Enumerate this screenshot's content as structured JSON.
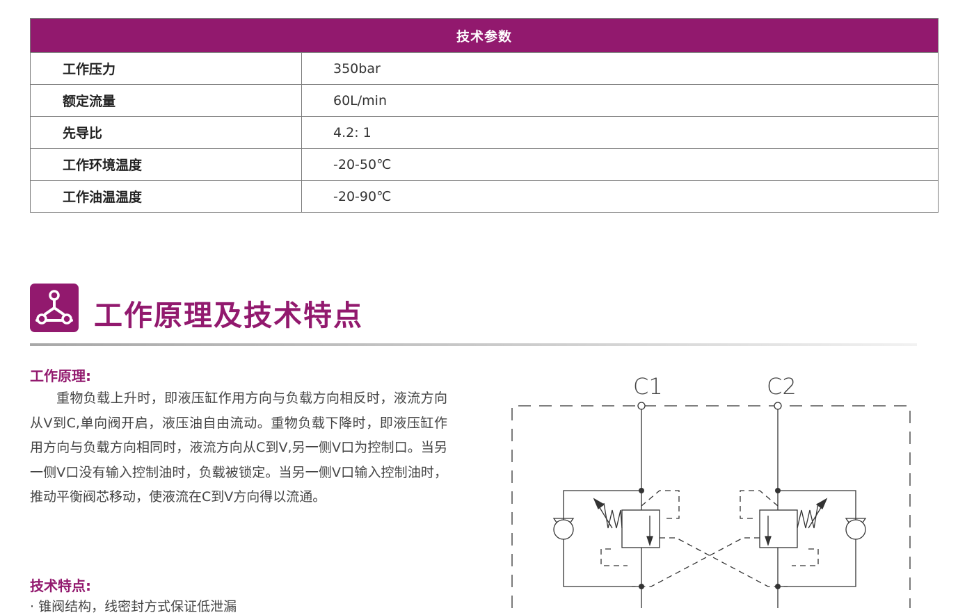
{
  "spec_table": {
    "header": "技术参数",
    "rows": [
      {
        "label": "工作压力",
        "value": "350bar"
      },
      {
        "label": "额定流量",
        "value": "60L/min"
      },
      {
        "label": "先导比",
        "value": "4.2: 1"
      },
      {
        "label": "工作环境温度",
        "value": "-20-50℃"
      },
      {
        "label": "工作油温温度",
        "value": "-20-90℃"
      }
    ]
  },
  "section": {
    "title": "工作原理及技术特点",
    "icon": "network-nodes-icon"
  },
  "principle": {
    "heading": "工作原理:",
    "text": "重物负载上升时，即液压缸作用方向与负载方向相反时，液流方向从V到C,单向阀开启，液压油自由流动。重物负载下降时，即液压缸作用方向与负载方向相同时，液流方向从C到V,另一侧V口为控制口。当另一侧V口没有输入控制油时，负载被锁定。当另一侧V口输入控制油时，推动平衡阀芯移动，使液流在C到V方向得以流通。"
  },
  "features": {
    "heading": "技术特点:",
    "items": [
      "· 锥阀结构，线密封方式保证低泄漏"
    ]
  },
  "diagram": {
    "port_left": "C1",
    "port_right": "C2"
  },
  "colors": {
    "brand": "#92196e",
    "table_border": "#7a7a7a"
  }
}
